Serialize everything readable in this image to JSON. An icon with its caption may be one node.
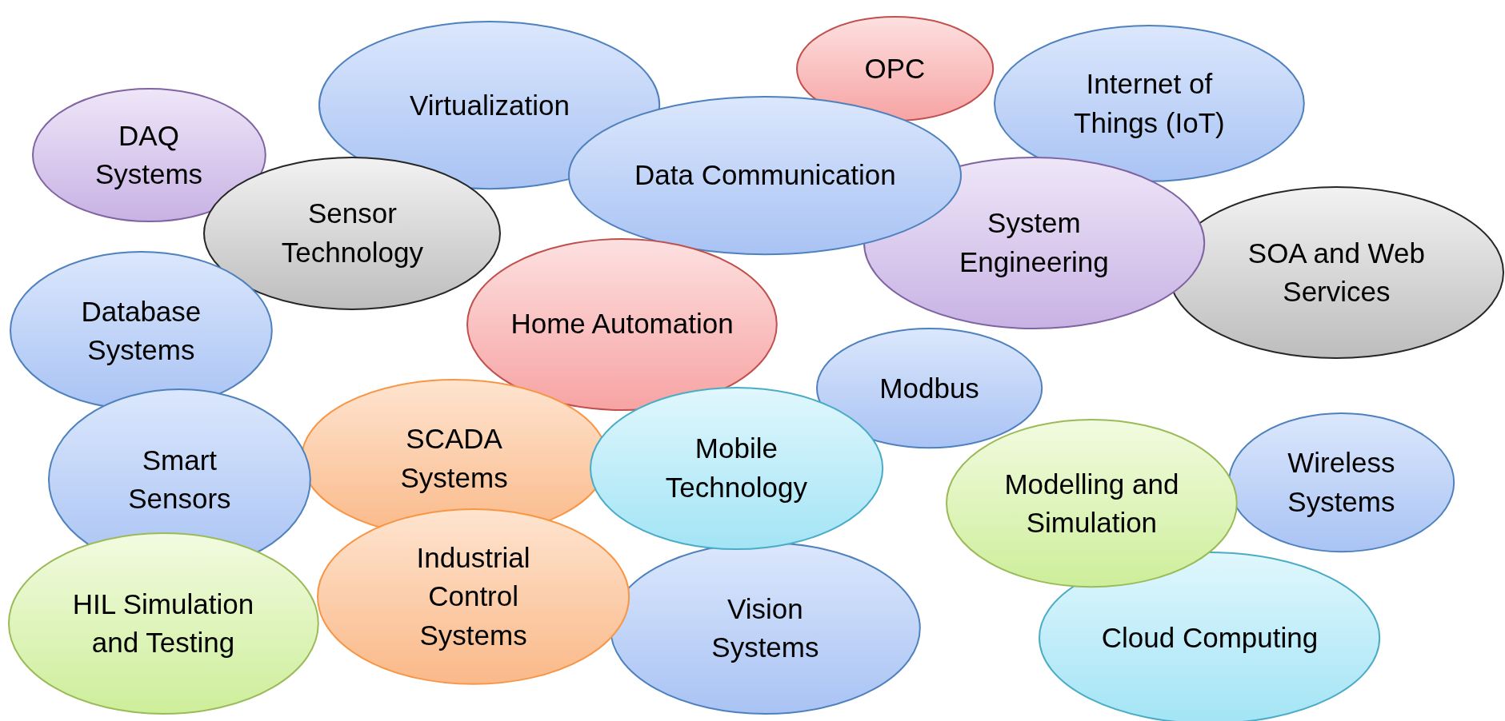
{
  "diagram": {
    "nodes": [
      {
        "text": [
          "DAQ Systems"
        ]
      },
      {
        "text": [
          "Virtualization"
        ]
      },
      {
        "text": [
          "OPC"
        ]
      },
      {
        "text": [
          "Internet of Things (IoT)"
        ]
      },
      {
        "text": [
          "Data Communication"
        ]
      },
      {
        "text": [
          "Sensor Technology"
        ]
      },
      {
        "text": [
          "System Engineering"
        ]
      },
      {
        "text": [
          "SOA and Web Services"
        ]
      },
      {
        "text": [
          "Database Systems"
        ]
      },
      {
        "text": [
          "Home Automation"
        ]
      },
      {
        "text": [
          "Modbus"
        ]
      },
      {
        "text": [
          "Smart Sensors"
        ]
      },
      {
        "text": [
          "SCADA Systems"
        ]
      },
      {
        "text": [
          "Mobile Technology"
        ]
      },
      {
        "text": [
          "Modelling and Simulation"
        ]
      },
      {
        "text": [
          "Wireless Systems"
        ]
      },
      {
        "text": [
          "HIL Simulation and Testing"
        ]
      },
      {
        "text": [
          "Industrial Control Systems"
        ]
      },
      {
        "text": [
          "Vision Systems"
        ]
      },
      {
        "text": [
          "Cloud Computing"
        ]
      }
    ]
  }
}
